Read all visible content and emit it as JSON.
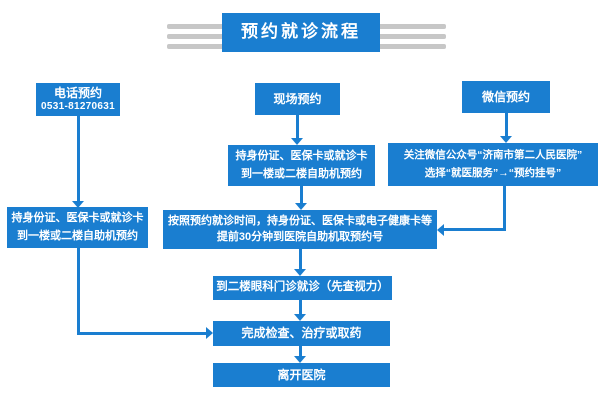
{
  "title": "预约就诊流程",
  "colors": {
    "accent": "#1a7ed0",
    "stripe": "#c7c7c7",
    "node_text": "#ffffff"
  },
  "nodes": {
    "phone": {
      "title": "电话预约",
      "number": "0531-81270631"
    },
    "onsite": {
      "label": "现场预约"
    },
    "wechat": {
      "label": "微信预约"
    },
    "onsite_step": {
      "line1": "持身份证、医保卡或就诊卡",
      "line2": "到一楼或二楼自助机预约"
    },
    "wechat_step": {
      "line1": "关注微信公众号“济南市第二人民医院”",
      "line2": "选择“就医服务”→“预约挂号”"
    },
    "phone_step": {
      "line1": "持身份证、医保卡或就诊卡",
      "line2": "到一楼或二楼自助机预约"
    },
    "take_number": {
      "line1": "按照预约就诊时间，持身份证、医保卡或电子健康卡等",
      "line2": "提前30分钟到医院自助机取预约号"
    },
    "eye_clinic": {
      "label": "到二楼眼科门诊就诊（先查视力）"
    },
    "complete": {
      "label": "完成检查、治疗或取药"
    },
    "leave": {
      "label": "离开医院"
    }
  }
}
